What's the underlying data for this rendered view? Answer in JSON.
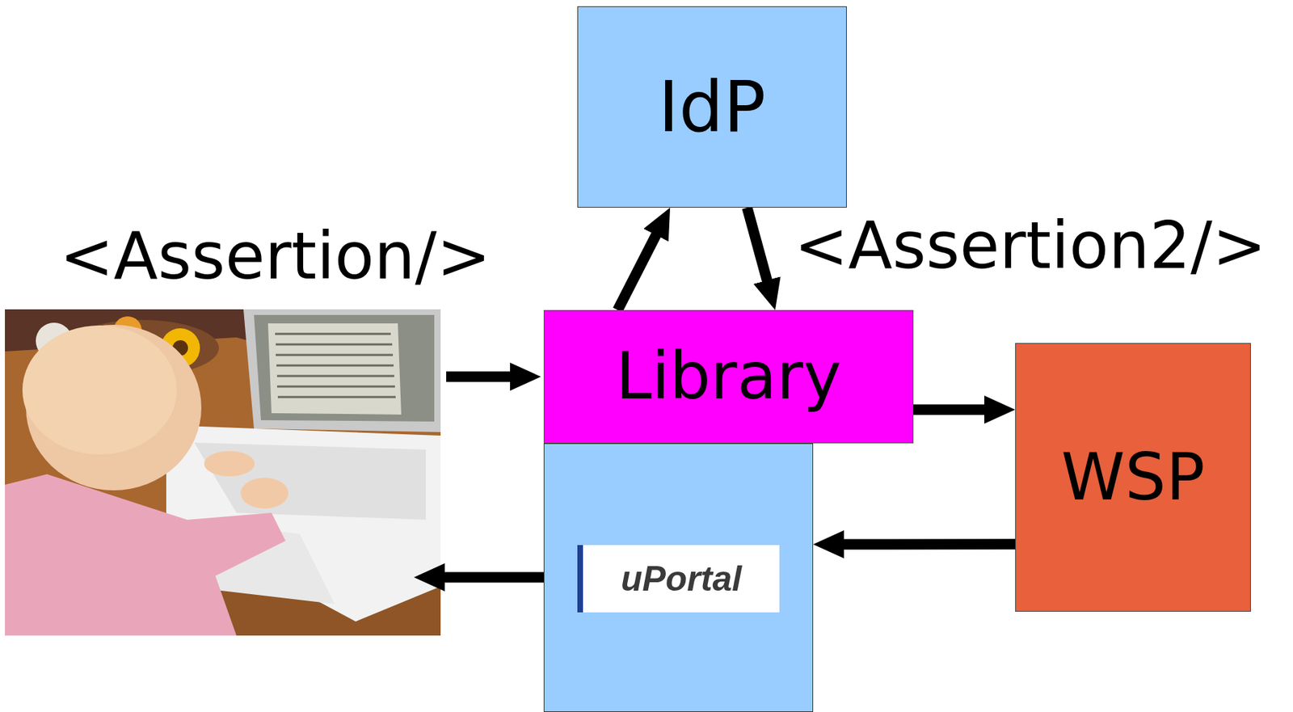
{
  "diagram": {
    "nodes": [
      {
        "text": [
          "IdP"
        ]
      },
      {
        "text": [
          "Library"
        ]
      },
      {
        "text": [
          "WSP"
        ]
      },
      {
        "text": [
          "uPortal"
        ]
      }
    ],
    "edges": [
      {
        "from": 1,
        "to": 0,
        "arrow": "to"
      },
      {
        "from": 0,
        "to": 1,
        "arrow": "to"
      },
      {
        "from": 1,
        "to": 2,
        "arrow": "to"
      },
      {
        "from": 2,
        "to": 3,
        "arrow": "to"
      }
    ],
    "labels": [
      "<Assertion/>",
      "<Assertion2/>"
    ]
  }
}
